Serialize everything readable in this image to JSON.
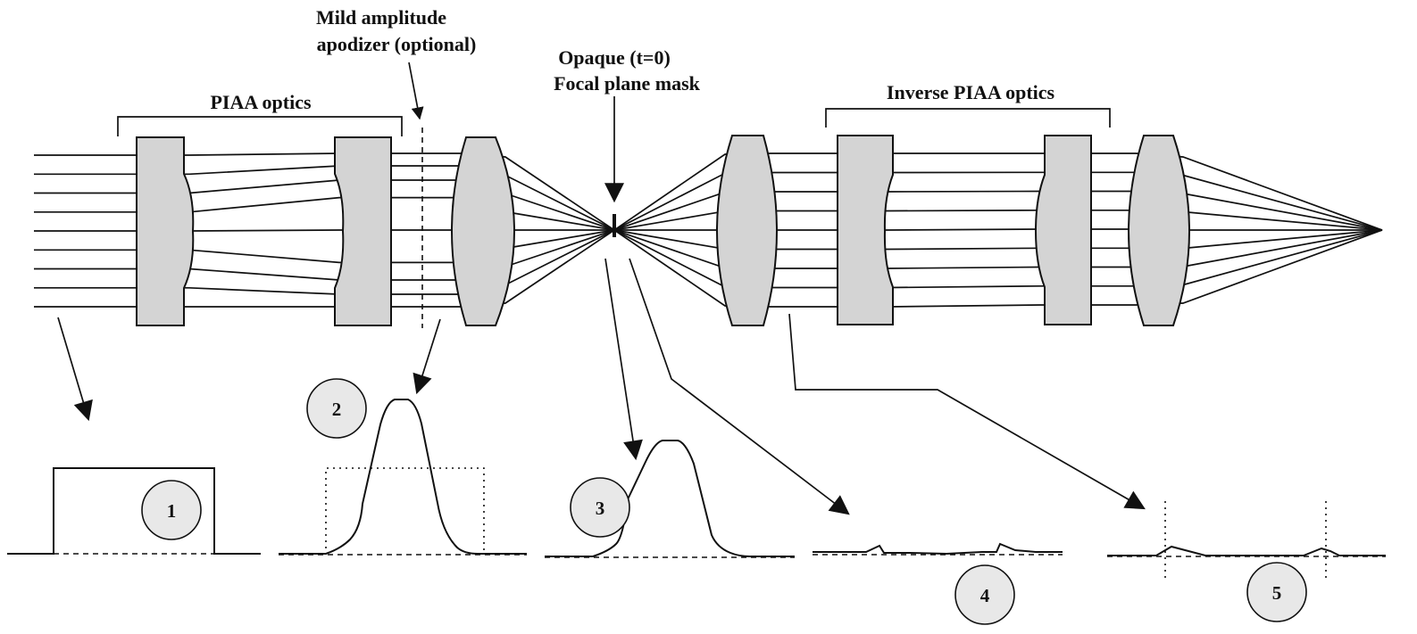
{
  "labels": {
    "apodizer_line1": "Mild amplitude",
    "apodizer_line2": "apodizer (optional)",
    "piaa_optics": "PIAA optics",
    "mask_line1": "Opaque (t=0)",
    "mask_line2": "Focal plane mask",
    "inverse_piaa_optics": "Inverse PIAA optics"
  },
  "profiles": [
    {
      "number": "1"
    },
    {
      "number": "2"
    },
    {
      "number": "3"
    },
    {
      "number": "4"
    },
    {
      "number": "5"
    }
  ]
}
